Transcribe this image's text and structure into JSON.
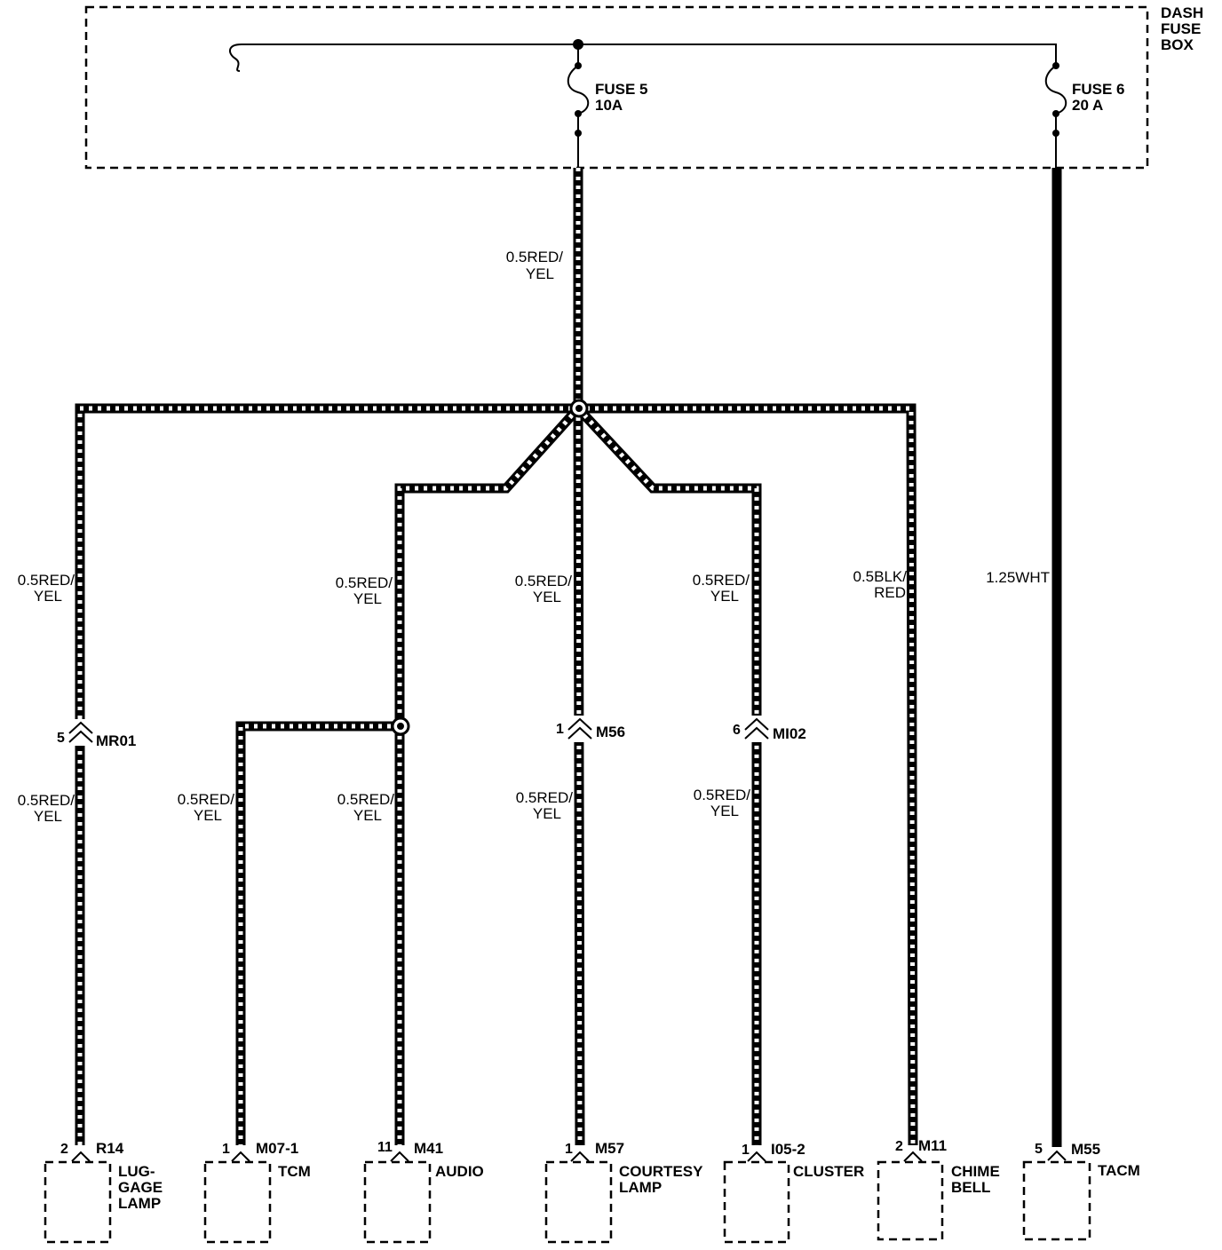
{
  "fuse_box": {
    "label_lines": [
      "DASH",
      "FUSE",
      "BOX"
    ]
  },
  "fuses": [
    {
      "id": "fuse5",
      "name": "FUSE 5",
      "rating": "10A"
    },
    {
      "id": "fuse6",
      "name": "FUSE 6",
      "rating": "20 A"
    }
  ],
  "wires": {
    "main_feed": [
      "0.5RED/",
      "YEL"
    ],
    "luggage_upper": [
      "0.5RED/",
      "YEL"
    ],
    "audio_upper": [
      "0.5RED/",
      "YEL"
    ],
    "courtesy_upper": [
      "0.5RED/",
      "YEL"
    ],
    "cluster_upper": [
      "0.5RED/",
      "YEL"
    ],
    "chime": [
      "0.5BLK/",
      "RED"
    ],
    "tacm": [
      "1.25WHT"
    ],
    "luggage_lower": [
      "0.5RED/",
      "YEL"
    ],
    "tcm": [
      "0.5RED/",
      "YEL"
    ],
    "audio_lower": [
      "0.5RED/",
      "YEL"
    ],
    "courtesy_lower": [
      "0.5RED/",
      "YEL"
    ],
    "cluster_lower": [
      "0.5RED/",
      "YEL"
    ]
  },
  "inline_connectors": [
    {
      "pin": "5",
      "name": "MR01"
    },
    {
      "pin": "1",
      "name": "M56"
    },
    {
      "pin": "6",
      "name": "MI02"
    }
  ],
  "components": [
    {
      "pin": "2",
      "connector": "R14",
      "name_lines": [
        "LUG-",
        "GAGE",
        "LAMP"
      ]
    },
    {
      "pin": "1",
      "connector": "M07-1",
      "name_lines": [
        "TCM"
      ]
    },
    {
      "pin": "11",
      "connector": "M41",
      "name_lines": [
        "AUDIO"
      ]
    },
    {
      "pin": "1",
      "connector": "M57",
      "name_lines": [
        "COURTESY",
        "LAMP"
      ]
    },
    {
      "pin": "1",
      "connector": "I05-2",
      "name_lines": [
        "CLUSTER"
      ]
    },
    {
      "pin": "2",
      "connector": "M11",
      "name_lines": [
        "CHIME",
        "BELL"
      ]
    },
    {
      "pin": "5",
      "connector": "M55",
      "name_lines": [
        "TACM"
      ]
    }
  ]
}
